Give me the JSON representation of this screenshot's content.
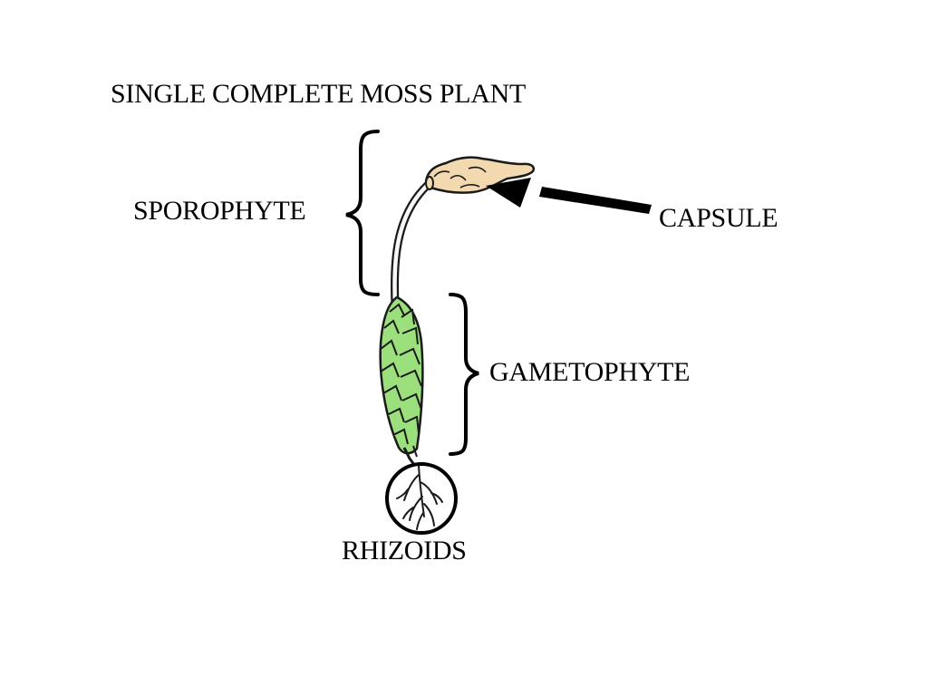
{
  "slide": {
    "title": "SINGLE COMPLETE MOSS PLANT",
    "labels": {
      "sporophyte": "SPOROPHYTE",
      "capsule": "CAPSULE",
      "gametophyte": "GAMETOPHYTE",
      "rhizoids": "RHIZOIDS"
    }
  },
  "colors": {
    "text": "#000000",
    "background": "#ffffff",
    "leaf_fill": "#9be07c",
    "capsule_fill": "#f3d9b0",
    "outline": "#1a1a1a"
  },
  "icons": {
    "plant": "moss-plant-illustration",
    "arrow": "arrow-pointer-icon",
    "brace": "curly-brace-icon",
    "circle": "circle-highlight-icon"
  }
}
